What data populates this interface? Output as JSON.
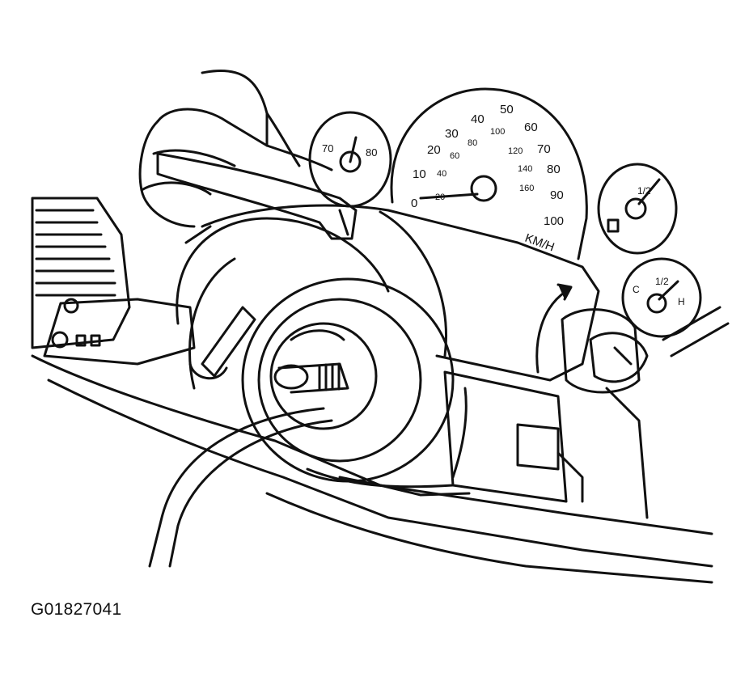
{
  "figure": {
    "id_label": "G01827041"
  },
  "gauges": {
    "speedometer": {
      "unit_label": "KM/H",
      "outer_scale": [
        "0",
        "10",
        "20",
        "30",
        "40",
        "50",
        "60",
        "70",
        "80",
        "90",
        "100"
      ],
      "inner_scale": [
        "20",
        "40",
        "60",
        "80",
        "100",
        "120",
        "140",
        "160"
      ]
    },
    "tachometer": {
      "marks": [
        "70",
        "80"
      ]
    },
    "fuel": {
      "marks": [
        "1/2"
      ]
    },
    "temperature": {
      "marks": [
        "C",
        "1/2",
        "H"
      ]
    }
  },
  "colors": {
    "line": "#111111",
    "background": "#ffffff"
  }
}
